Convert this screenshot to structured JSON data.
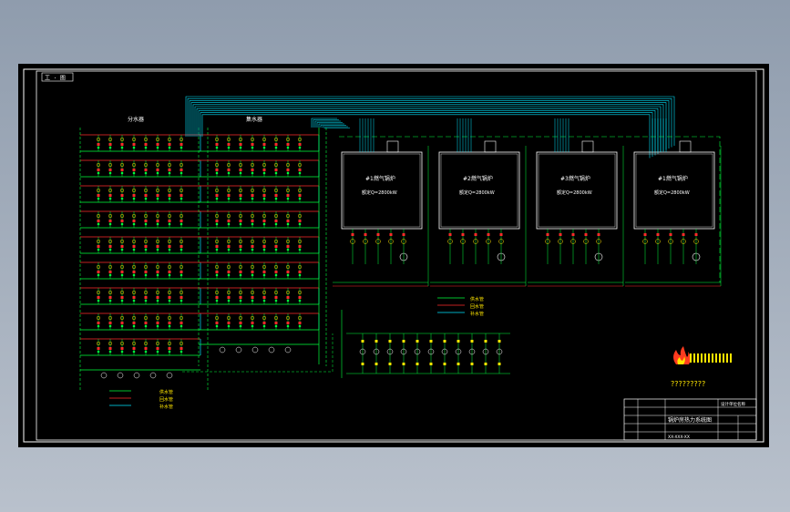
{
  "drawing": {
    "tag": "工 · 图",
    "group_titles": [
      "分水器",
      "集水器"
    ],
    "boilers": [
      {
        "name": "#1燃气锅炉",
        "spec": "额定Q=2800kW"
      },
      {
        "name": "#2燃气锅炉",
        "spec": "额定Q=2800kW"
      },
      {
        "name": "#3燃气锅炉",
        "spec": "额定Q=2800kW"
      },
      {
        "name": "#1燃气锅炉",
        "spec": "额定Q=2800kW"
      }
    ],
    "legend_left": [
      "供水管",
      "回水管",
      "补水管"
    ],
    "legend_center": [
      "供水管",
      "回水管",
      "补水管"
    ],
    "logo_text": "?????????",
    "title_block": {
      "header": "设计单位名称",
      "drawing_title": "锅炉房热力系统图",
      "code": "XX-XXX-XX"
    }
  },
  "colors": {
    "background": "#000000",
    "frame": "#ffffff",
    "cyan_pipe": "#00e5ff",
    "green_pipe": "#00ff3c",
    "red_pipe": "#ff2a2a",
    "yellow_symbol": "#ffe600",
    "page_bg": "#9aa6b5"
  }
}
